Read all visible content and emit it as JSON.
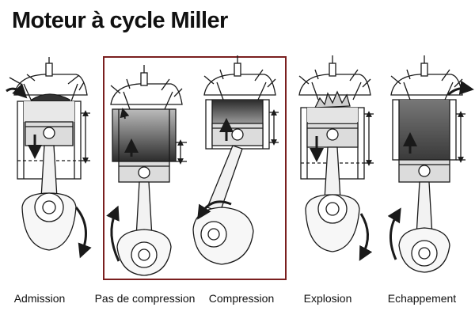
{
  "title": "Moteur à cycle Miller",
  "stages": [
    {
      "label": "Admission"
    },
    {
      "label": "Pas de compression"
    },
    {
      "label": "Compression"
    },
    {
      "label": "Explosion"
    },
    {
      "label": "Echappement"
    }
  ],
  "colors": {
    "highlight_frame": "#7a1f1f",
    "ink": "#1a1a1a",
    "metal": "#dcdcdc",
    "charge_dark": "#3c3c3c",
    "flame": "#cfcfcf"
  }
}
